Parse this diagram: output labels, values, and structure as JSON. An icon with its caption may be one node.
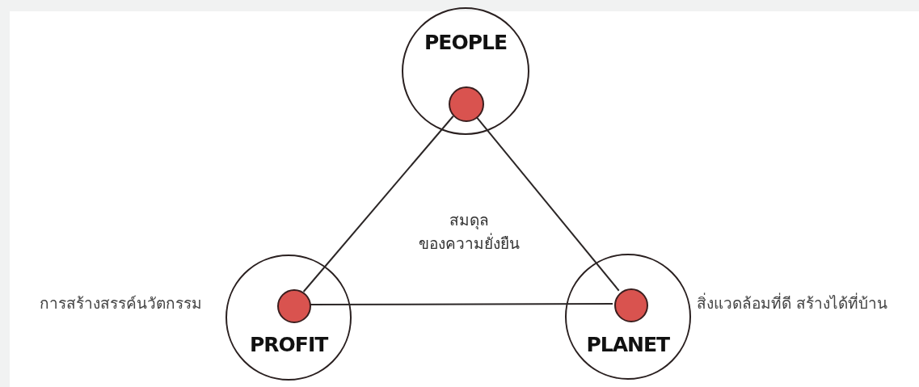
{
  "diagram": {
    "nodes": [
      {
        "text": [
          "PEOPLE"
        ]
      },
      {
        "text": [],
        "shape": "circle",
        "in": 0
      },
      {
        "text": [
          "PROFIT"
        ],
        "beside": [
          "การสร้างสรรค์นวัตกรรม"
        ]
      },
      {
        "text": [],
        "shape": "circle",
        "in": 2
      },
      {
        "text": [
          "PLANET"
        ],
        "beside": [
          "สิ่งแวดล้อมที่ดี สร้างได้ที่บ้าน"
        ]
      },
      {
        "text": [],
        "shape": "circle",
        "in": 4
      }
    ],
    "edges": [
      {
        "from": 1,
        "to": 3,
        "arrow": "none"
      },
      {
        "from": 1,
        "to": 5,
        "arrow": "none"
      },
      {
        "from": 3,
        "to": 5,
        "arrow": "none"
      }
    ],
    "labels": [
      "สมดุล ของความยั่งยืน"
    ]
  }
}
